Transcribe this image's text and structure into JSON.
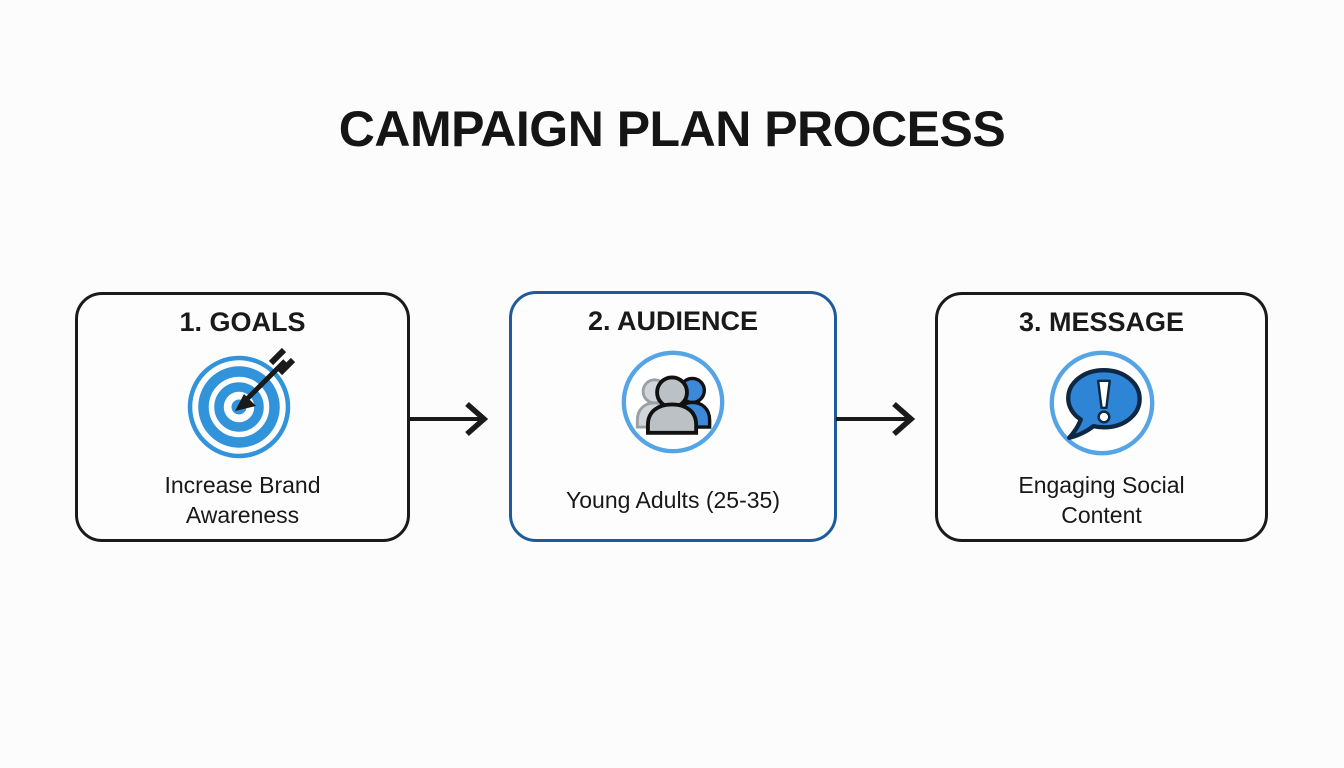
{
  "title": "CAMPAIGN PLAN PROCESS",
  "steps": [
    {
      "heading": "1. GOALS",
      "description": "Increase Brand Awareness",
      "icon": "target-icon",
      "highlighted": false
    },
    {
      "heading": "2. AUDIENCE",
      "description": "Young Adults (25-35)",
      "icon": "audience-group-icon",
      "highlighted": true
    },
    {
      "heading": "3. MESSAGE",
      "description": "Engaging Social Content",
      "icon": "speech-bubble-exclamation-icon",
      "highlighted": false
    }
  ],
  "connectors": [
    "arrow-right",
    "arrow-right"
  ],
  "colors": {
    "accent_blue": "#3193da",
    "highlight_box_border": "#1e5b9d",
    "icon_ring_blue": "#55a4e6",
    "person_blue": "#3c88d9",
    "bubble_blue": "#2e85d5",
    "bubble_outline": "#0e2742",
    "box_border": "#1a1a1a",
    "text": "#1a1a1a",
    "background": "#fcfcfc"
  }
}
